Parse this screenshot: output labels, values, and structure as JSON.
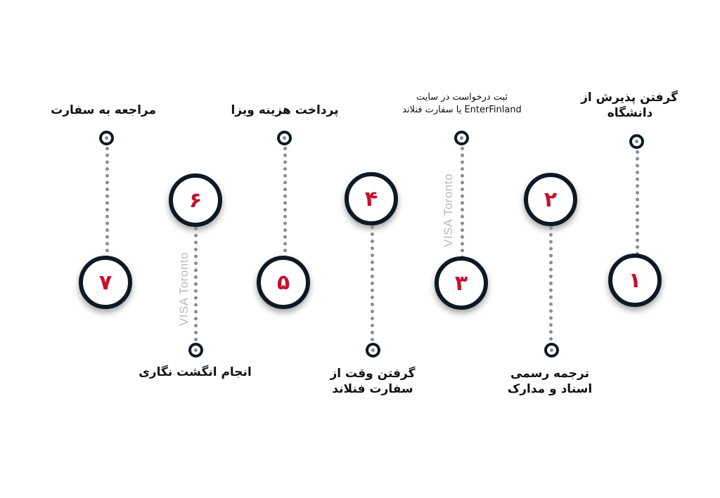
{
  "steps": [
    {
      "number": "۱",
      "title": "گرفتن پذیرش از دانشگاه"
    },
    {
      "number": "۲",
      "title": "ترجمه رسمی اسناد و مدارک"
    },
    {
      "number": "۳",
      "title": "ثبت درخواست در سایت EnterFinland یا سفارت فنلاند"
    },
    {
      "number": "۴",
      "title": "گرفتن وقت از سفارت فنلاند"
    },
    {
      "number": "۵",
      "title": "پرداخت هزینه ویزا"
    },
    {
      "number": "۶",
      "title": "انجام انگشت نگاری"
    },
    {
      "number": "۷",
      "title": "مراجعه به سفارت"
    }
  ],
  "labels": {
    "step1_line1": "گرفتن پذیرش از",
    "step1_line2": "دانشگاه",
    "step2_line1": "ترجمه رسمی",
    "step2_line2": "اسناد و مدارک",
    "step3_line1": "ثبت درخواست در سایت",
    "step3_line2": "EnterFinland یا سفارت فنلاند",
    "step4_line1": "گرفتن وقت از",
    "step4_line2": "سفارت فنلاند",
    "step5_line1": "پرداخت هزینه ویزا",
    "step6_line1": "انجام انگشت نگاری",
    "step7_line1": "مراجعه به سفارت"
  },
  "watermark": "VISA Toronto",
  "colors": {
    "number": "#c8102e",
    "ring": "#0f1923",
    "dots": "#8c8c8c",
    "watermark": "#b9b9b9"
  }
}
